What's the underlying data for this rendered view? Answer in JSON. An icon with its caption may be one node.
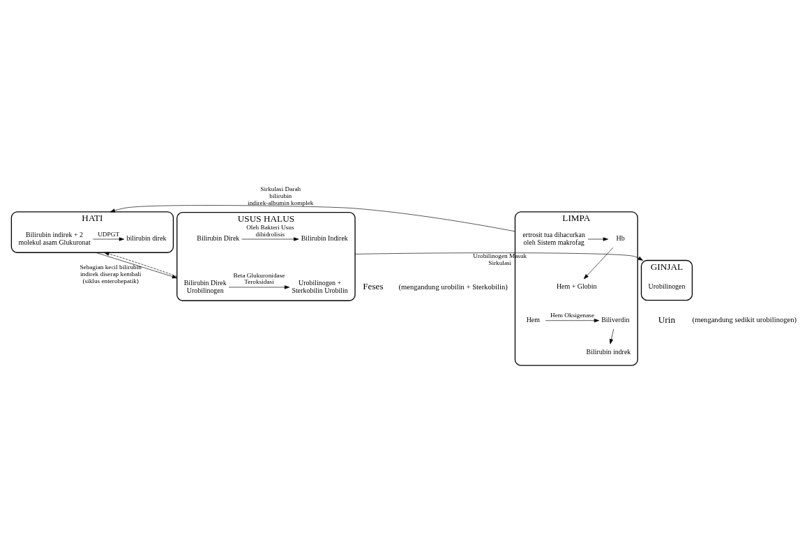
{
  "diagram": {
    "nodes": [
      {
        "text": [
          "HATI"
        ]
      },
      {
        "text": [
          "Bilirubin indirek + 2 molekul asam Glukuronat"
        ],
        "in": 0
      },
      {
        "text": [
          "bilirubin direk"
        ],
        "in": 0
      },
      {
        "text": [
          "LIMPA"
        ]
      },
      {
        "text": [
          "ertrosit tua dihacurkan oleh Sistem makrofag"
        ],
        "in": 3
      },
      {
        "text": [
          "Hb"
        ],
        "in": 3
      },
      {
        "text": [
          "Hem + Globin"
        ],
        "in": 3
      },
      {
        "text": [
          "Hem"
        ],
        "in": 3
      },
      {
        "text": [
          "Biliverdin"
        ],
        "in": 3
      },
      {
        "text": [
          "Bilirubin indrek"
        ],
        "in": 3
      },
      {
        "text": [
          "USUS HALUS"
        ]
      },
      {
        "text": [
          "Bilirubin Direk Urobilinogen"
        ],
        "in": 10
      },
      {
        "text": [
          "Urobilinogen + Sterkobilin Urobilin"
        ],
        "in": 10
      },
      {
        "text": [
          "Bilirubin Direk"
        ],
        "in": 10
      },
      {
        "text": [
          "Bilirubin Indirek"
        ],
        "in": 10
      },
      {
        "text": [
          "GINJAL"
        ]
      },
      {
        "text": [
          "Urobilinogen"
        ],
        "in": 15
      }
    ],
    "edges": [
      {
        "from": 1,
        "to": 2,
        "arrow": "to",
        "label": "UDPGT"
      },
      {
        "from": 4,
        "to": 5,
        "arrow": "to"
      },
      {
        "from": 5,
        "to": 6,
        "arrow": "to"
      },
      {
        "from": 7,
        "to": 8,
        "arrow": "to",
        "label": "Hem Oksigenase"
      },
      {
        "from": 8,
        "to": 9,
        "arrow": "to"
      },
      {
        "from": 11,
        "to": 12,
        "arrow": "to",
        "label": "Beta Glukuronidase Teroksidasi"
      },
      {
        "from": 13,
        "to": 14,
        "arrow": "to",
        "label": "Oleh Bakteri Usus dihidrolisis"
      },
      {
        "from": 3,
        "to": 0,
        "arrow": "to",
        "label": "Sirkulasi Darah bilirubin indirek-albumin komplek"
      },
      {
        "from": 0,
        "to": 10,
        "arrow": "to"
      },
      {
        "from": 10,
        "to": 0,
        "arrow": "to",
        "style": "dashed",
        "label": "Sebagian kecil bilirubin indirek diserap kembali (siklus enterohepatik)"
      },
      {
        "from": 10,
        "to": 15,
        "arrow": "to",
        "label": "Urobilinogen Masuk Sirkulasi"
      }
    ],
    "labels": [
      "Feses",
      "(mengandung urobilin + Sterkobilin)",
      "Urin",
      "(mengandung sedikit urobilinogen)"
    ]
  }
}
